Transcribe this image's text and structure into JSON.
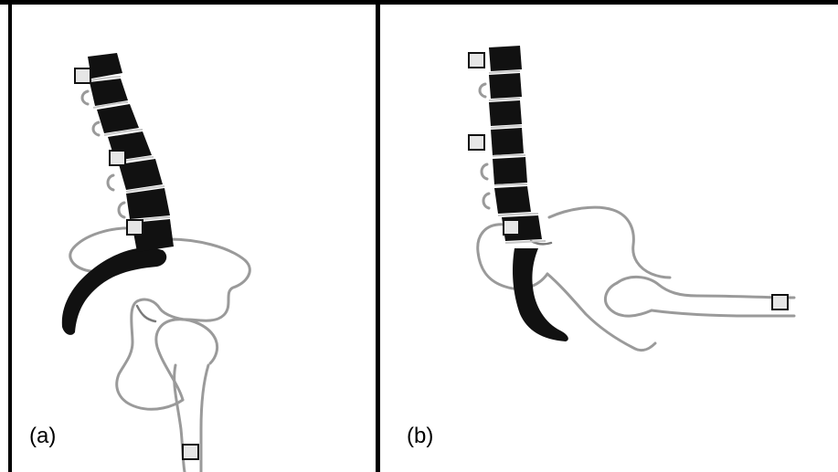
{
  "figure": {
    "panels": [
      {
        "id": "a",
        "label": "(a)",
        "pose": "standing",
        "marker_count": 4
      },
      {
        "id": "b",
        "label": "(b)",
        "pose": "sitting",
        "marker_count": 4
      }
    ]
  },
  "colors": {
    "vertebra_fill": "#111111",
    "bone_outline": "#9a9a9a",
    "marker_fill": "#e6e6e6",
    "frame": "#000000"
  },
  "icons": [
    "spine-icon",
    "pelvis-icon",
    "femur-icon",
    "marker-square-icon"
  ]
}
